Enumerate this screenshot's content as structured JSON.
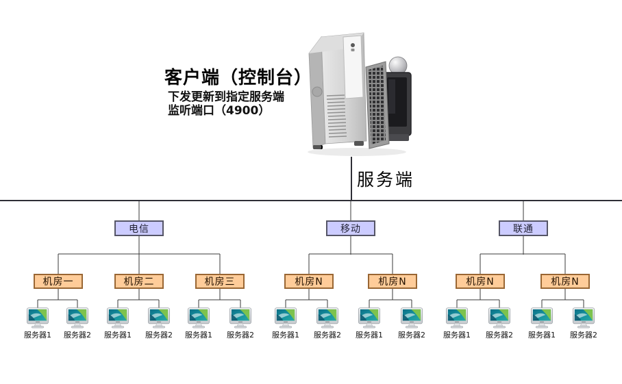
{
  "header": {
    "title": "客户端（控制台）",
    "desc_line1": "下发更新到指定服务端",
    "desc_line2": "监听端口（4900）",
    "trunk_label": "服务端"
  },
  "icons": {
    "client_computer": "tower-pc-keyboard-crt-monitor-photo",
    "server_node": "desktop-monitor-icon"
  },
  "colors": {
    "carrier_box_fill": "#ccccff",
    "carrier_box_border": "#555566",
    "room_box_fill": "#ffcc99",
    "room_box_border": "#996633",
    "connector_line": "#3a3a3a"
  },
  "tree": {
    "carriers": [
      {
        "label": "电信",
        "rooms": [
          {
            "label": "机房一",
            "servers": [
              "服务器1",
              "服务器2"
            ]
          },
          {
            "label": "机房二",
            "servers": [
              "服务器1",
              "服务器2"
            ]
          },
          {
            "label": "机房三",
            "servers": [
              "服务器1",
              "服务器2"
            ]
          }
        ]
      },
      {
        "label": "移动",
        "rooms": [
          {
            "label": "机房N",
            "servers": [
              "服务器1",
              "服务器2"
            ]
          },
          {
            "label": "机房N",
            "servers": [
              "服务器1",
              "服务器2"
            ]
          }
        ]
      },
      {
        "label": "联通",
        "rooms": [
          {
            "label": "机房N",
            "servers": [
              "服务器1",
              "服务器2"
            ]
          },
          {
            "label": "机房N",
            "servers": [
              "服务器1",
              "服务器2"
            ]
          }
        ]
      }
    ]
  }
}
